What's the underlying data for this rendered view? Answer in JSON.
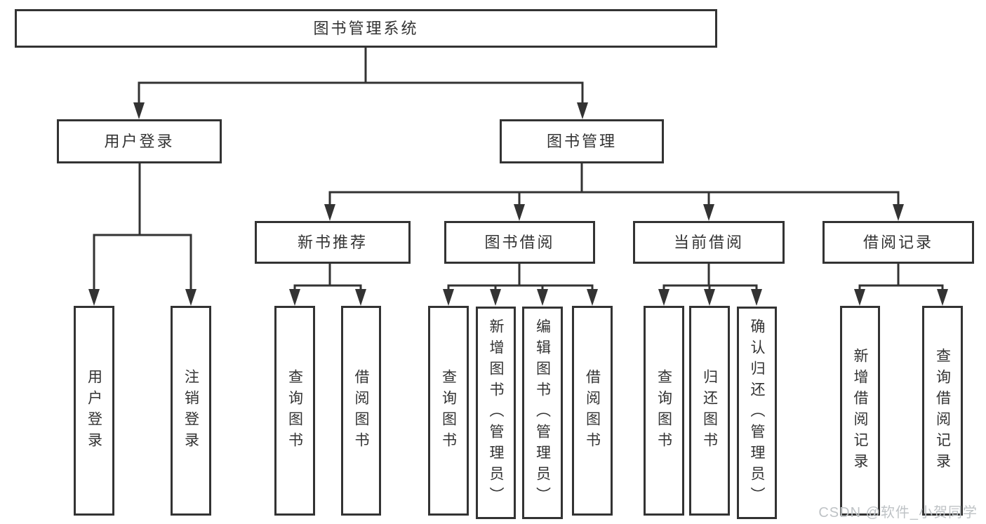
{
  "tree": {
    "root": "图书管理系统",
    "login": {
      "label": "用户登录",
      "children": [
        "用户登录",
        "注销登录"
      ]
    },
    "manage": {
      "label": "图书管理",
      "groups": [
        {
          "label": "新书推荐",
          "children": [
            "查询图书",
            "借阅图书"
          ]
        },
        {
          "label": "图书借阅",
          "children": [
            "查询图书",
            "新增图书（管理员）",
            "编辑图书（管理员）",
            "借阅图书"
          ]
        },
        {
          "label": "当前借阅",
          "children": [
            "查询图书",
            "归还图书",
            "确认归还（管理员）"
          ]
        },
        {
          "label": "借阅记录",
          "children": [
            "新增借阅记录",
            "查询借阅记录"
          ]
        }
      ]
    }
  },
  "watermark": "CSDN @软件_小贺同学",
  "colors": {
    "line": "#333333",
    "background": "#ffffff",
    "watermark": "#bfc3c6"
  }
}
